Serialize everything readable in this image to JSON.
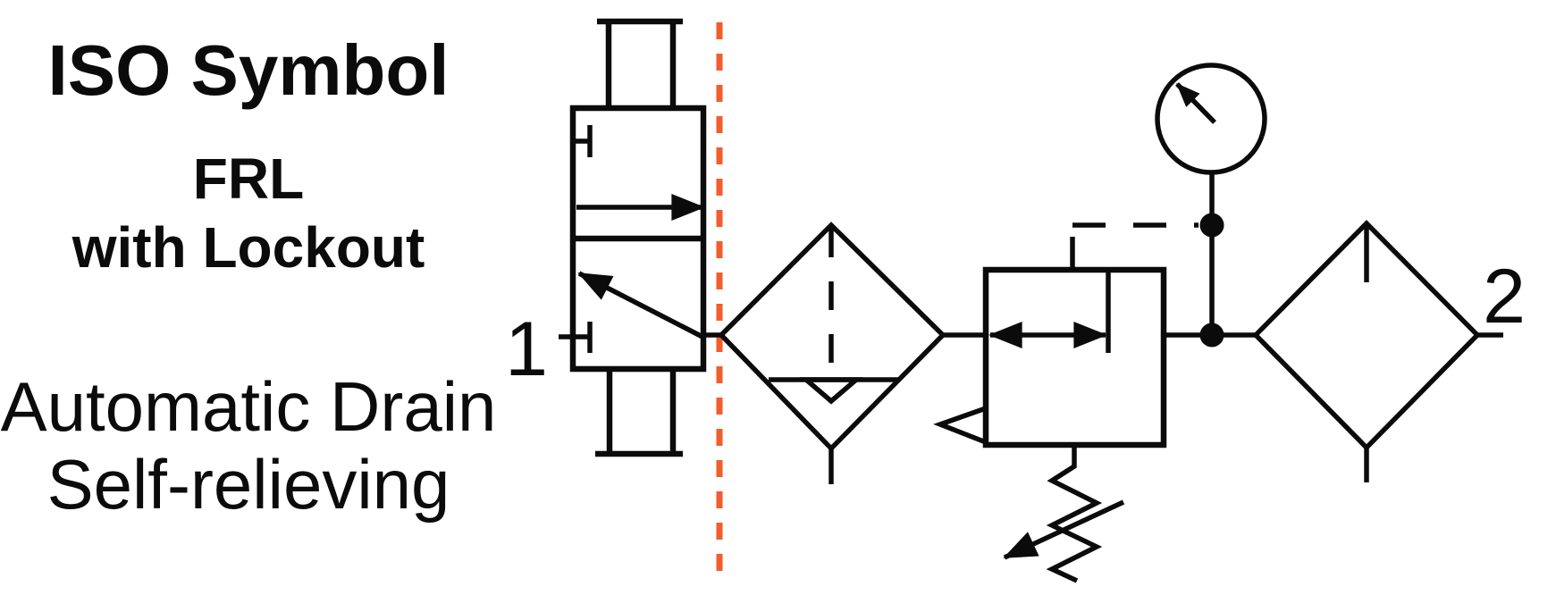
{
  "caption": {
    "title": "ISO Symbol",
    "subtitle_line1": "FRL",
    "subtitle_line2": "with Lockout",
    "note_line1": "Automatic Drain",
    "note_line2": "Self-relieving"
  },
  "diagram": {
    "port_inlet_label": "1",
    "port_outlet_label": "2",
    "components": {
      "lockout_valve": "lockout-valve-symbol",
      "boundary": "orange-dashed-boundary-line",
      "filter": "filter-with-automatic-drain-symbol",
      "regulator": "self-relieving-regulator-symbol",
      "pressure_gauge": "pressure-gauge-symbol",
      "lubricator": "lubricator-symbol"
    }
  },
  "colors": {
    "line": "#0b0b0b",
    "accent": "#f15e2c",
    "background": "#ffffff"
  }
}
